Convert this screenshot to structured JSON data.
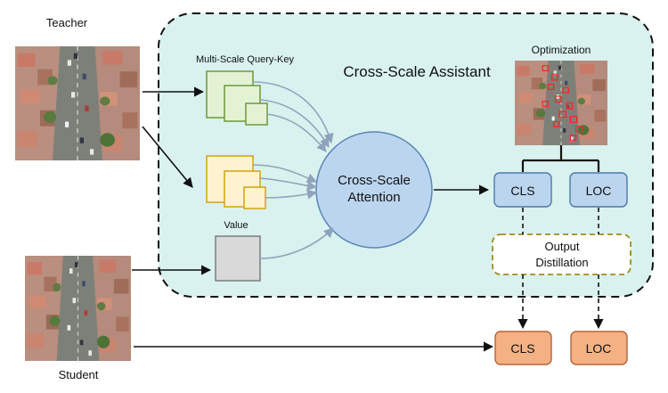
{
  "labels": {
    "teacher": "Teacher",
    "student": "Student",
    "assistant_title": "Cross-Scale Assistant",
    "query_key": "Multi-Scale Query-Key",
    "value": "Value",
    "attention_line1": "Cross-Scale",
    "attention_line2": "Attention",
    "optimization": "Optimization",
    "cls_assistant": "CLS",
    "loc_assistant": "LOC",
    "output_line1": "Output",
    "output_line2": "Distillation",
    "cls_student": "CLS",
    "loc_student": "LOC"
  },
  "colors": {
    "assistant_bg": "#d9f2ef",
    "qk_fill": "#e4f2d4",
    "qk_stroke": "#6a9a3c",
    "value_feat_fill": "#fff3cf",
    "value_feat_stroke": "#d4a20c",
    "value_box_fill": "#d9d9d9",
    "attention_fill": "#bcd5ef",
    "attention_stroke": "#5b86b8",
    "head_blue_fill": "#bcd5ef",
    "head_orange_fill": "#f4b183",
    "output_stroke": "#a38a1d",
    "curve_stroke": "#8ea4bc"
  }
}
